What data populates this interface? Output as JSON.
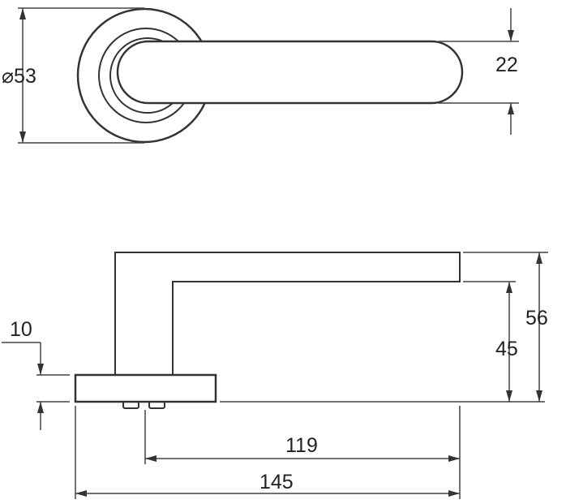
{
  "drawing": {
    "top_view": {
      "rose_diameter_label": "⌀53",
      "lever_width_label": "22"
    },
    "side_view": {
      "rose_thickness_label": "10",
      "total_height_label": "56",
      "inner_height_label": "45",
      "projection_label": "119",
      "total_length_label": "145"
    }
  }
}
